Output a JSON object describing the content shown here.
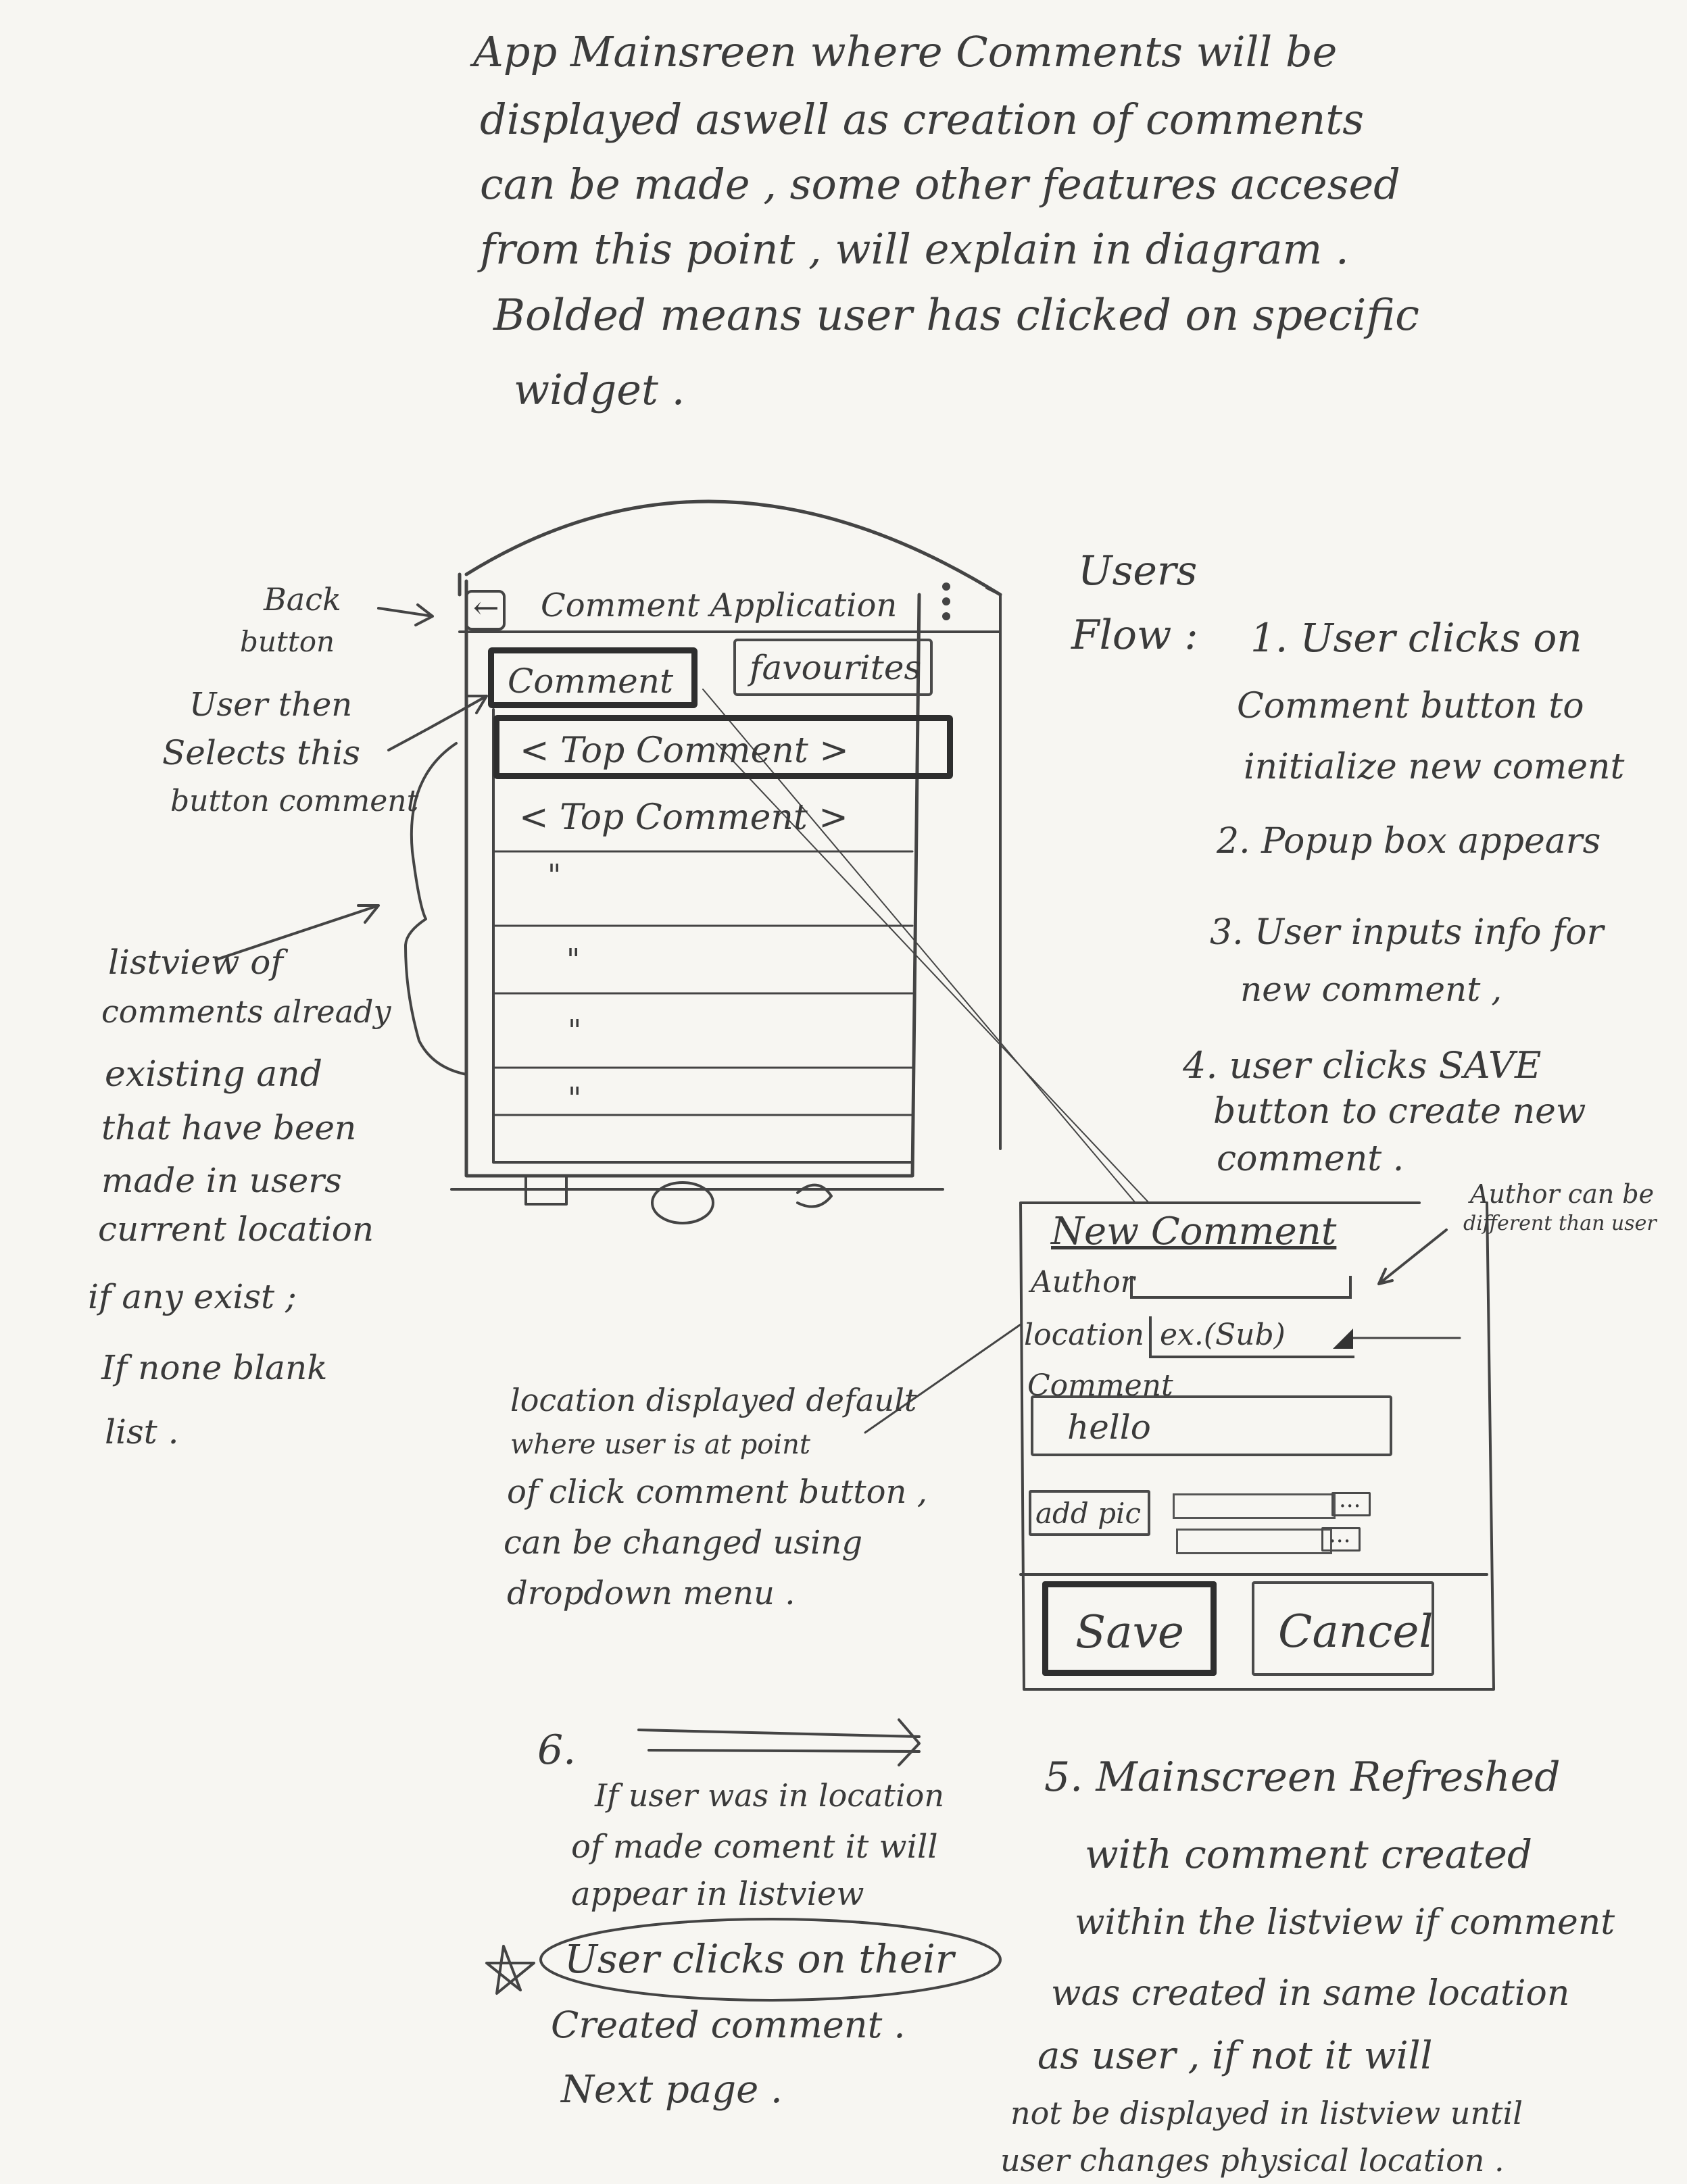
{
  "intro": {
    "line1": "App Mainsreen where Comments will be",
    "line2": "displayed aswell as creation of comments",
    "line3": "can be made , some other features accesed",
    "line4": "from this point , will explain in diagram .",
    "line5": "Bolded means user has clicked on specific",
    "line6": "widget ."
  },
  "phone": {
    "title": "Comment Application",
    "comment_button": "Comment",
    "favourites_button": "favourites",
    "list_items": [
      "< Top Comment >",
      "< Top Comment >",
      "\"",
      "\"",
      "\"",
      "\""
    ]
  },
  "annotations": {
    "back_button": [
      "Back",
      "button"
    ],
    "user_selects": [
      "User then",
      "Selects this",
      "button comment"
    ],
    "listview": [
      "listview of",
      "comments already",
      "existing and",
      "that have been",
      "made in users",
      "current location",
      "if any exist ;",
      "If none blank",
      "list ."
    ],
    "location_note": [
      "location displayed default",
      "where user is at point",
      "of click comment button ,",
      "can be changed using",
      "dropdown menu ."
    ],
    "author_note": [
      "Author can be",
      "different than user"
    ]
  },
  "flow": {
    "heading1": "Users",
    "heading2": "Flow :",
    "step1": [
      "1. User clicks on",
      "Comment button to",
      "initialize new coment"
    ],
    "step2": "2. Popup box appears",
    "step3": [
      "3. User inputs info for",
      "new comment ,"
    ],
    "step4": [
      "4. user clicks SAVE",
      "button to create new",
      "comment ."
    ],
    "step5": [
      "5. Mainscreen Refreshed",
      "with comment created",
      "within the listview if comment",
      "was created in same location",
      "as user , if not it will",
      "not be displayed in listview until",
      "user changes physical location ."
    ],
    "step6_num": "6.",
    "step6": [
      "If user was in location",
      "of made coment it will",
      "appear in listview",
      "User clicks on their",
      "Created comment .",
      "Next page ."
    ]
  },
  "dialog": {
    "title": "New Comment",
    "author_label": "Author",
    "location_label": "location",
    "location_value": "ex.(Sub)",
    "comment_label": "Comment",
    "comment_value": "hello",
    "add_pic": "add pic",
    "browse": "...",
    "save": "Save",
    "cancel": "Cancel"
  }
}
